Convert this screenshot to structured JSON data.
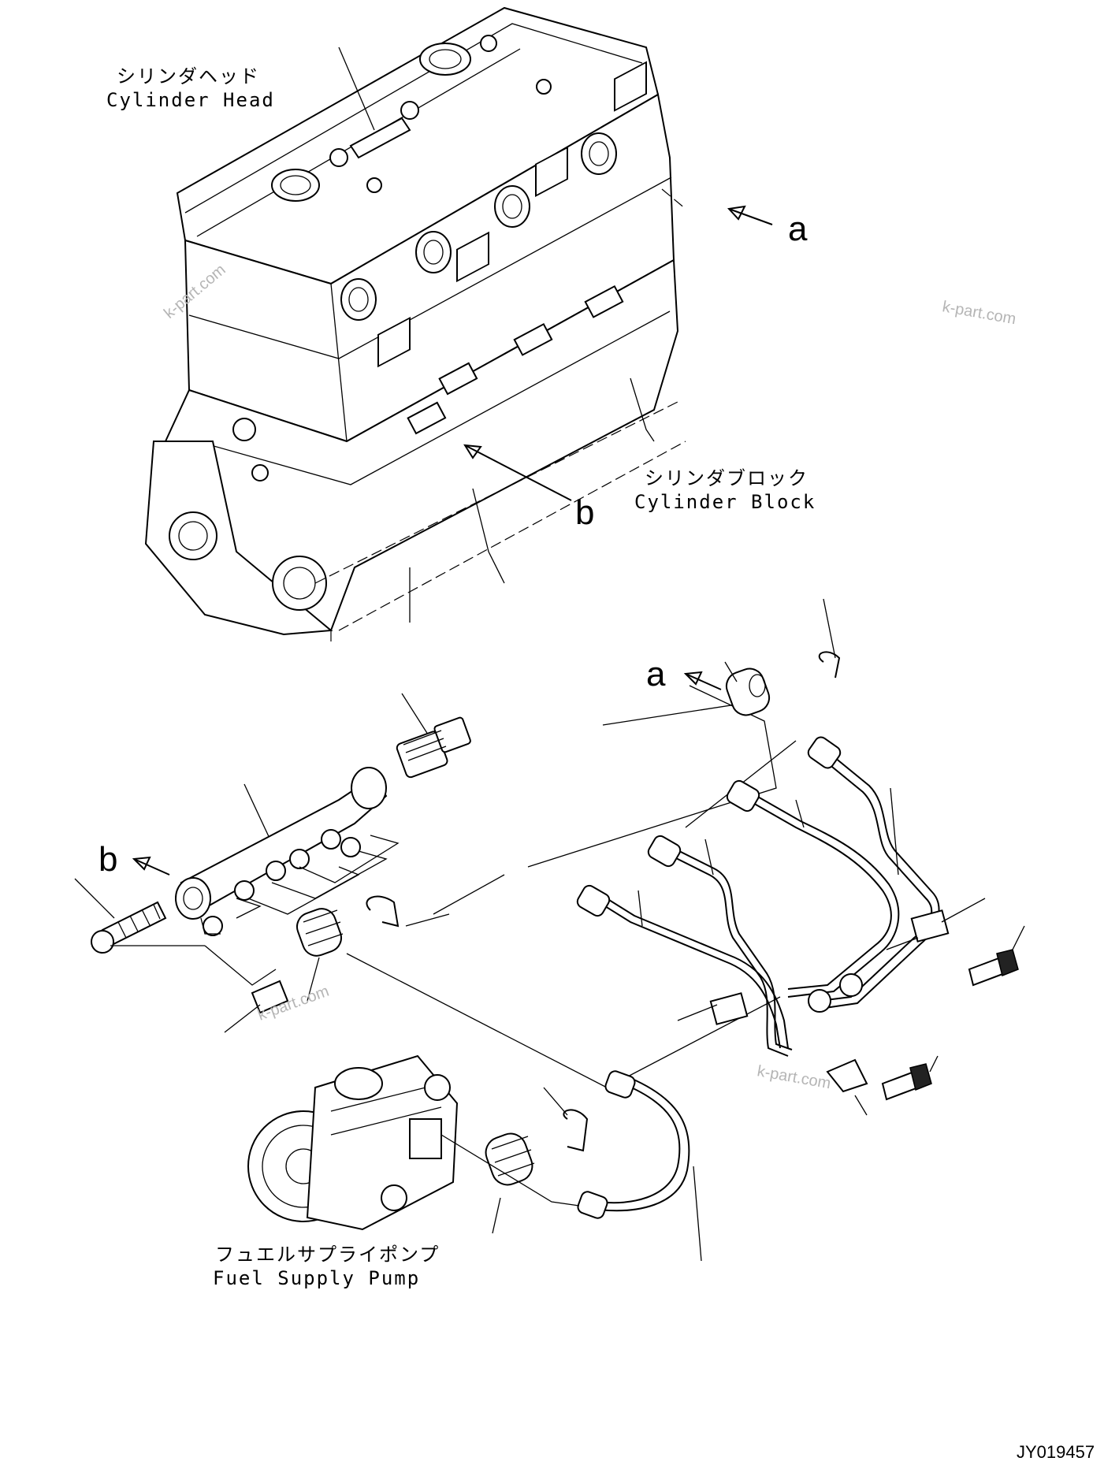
{
  "labels": {
    "cylinder_head_jp": "シリンダヘッド",
    "cylinder_head_en": "Cylinder Head",
    "cylinder_block_jp": "シリンダブロック",
    "cylinder_block_en": "Cylinder Block",
    "fuel_pump_jp": "フュエルサプライポンプ",
    "fuel_pump_en": "Fuel Supply Pump"
  },
  "view_markers": {
    "a_upper": "a",
    "b_upper": "b",
    "a_lower": "a",
    "b_lower": "b"
  },
  "watermarks": [
    "k-part.com",
    "k-part.com",
    "k-part.com",
    "k-part.com"
  ],
  "drawing_code": "JY019457"
}
